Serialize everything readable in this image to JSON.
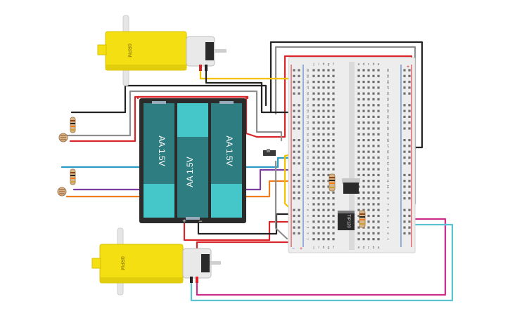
{
  "motor_top": {
    "label": "0RPM"
  },
  "motor_bottom": {
    "label": "0RPM"
  },
  "battery_pack": {
    "cells": [
      "AA 1.5V",
      "AA 1.5V",
      "AA 1.5V"
    ],
    "plus": "+",
    "minus": "−"
  },
  "breadboard": {
    "columns_top": [
      "j",
      "i",
      "h",
      "g",
      "f",
      "e",
      "d",
      "c",
      "b",
      "a"
    ],
    "columns_bottom": [
      "j",
      "i",
      "h",
      "g",
      "f",
      "e",
      "d",
      "c",
      "b",
      "a"
    ],
    "row_numbers": [
      "30",
      "29",
      "28",
      "27",
      "26",
      "25",
      "24",
      "23",
      "22",
      "21",
      "20",
      "19",
      "18",
      "17",
      "16",
      "15",
      "14",
      "13",
      "12",
      "11",
      "10",
      "9",
      "8",
      "7",
      "6",
      "5",
      "4",
      "3",
      "2",
      "1"
    ],
    "rail_plus": "+",
    "rail_minus": "−"
  },
  "transistor": {
    "label": "TIP120"
  },
  "colors": {
    "red": "#d9252a",
    "black": "#222222",
    "gray": "#8e8e8e",
    "yellow": "#f2c200",
    "orange": "#f07c1d",
    "purple": "#7d3ea2",
    "blue": "#2b9bc4",
    "magenta": "#cc2e8a",
    "cyan": "#5bc2d0",
    "motor_yellow": "#f4df12",
    "battery_teal": "#2e7d80",
    "battery_cyan": "#45c6c8"
  }
}
